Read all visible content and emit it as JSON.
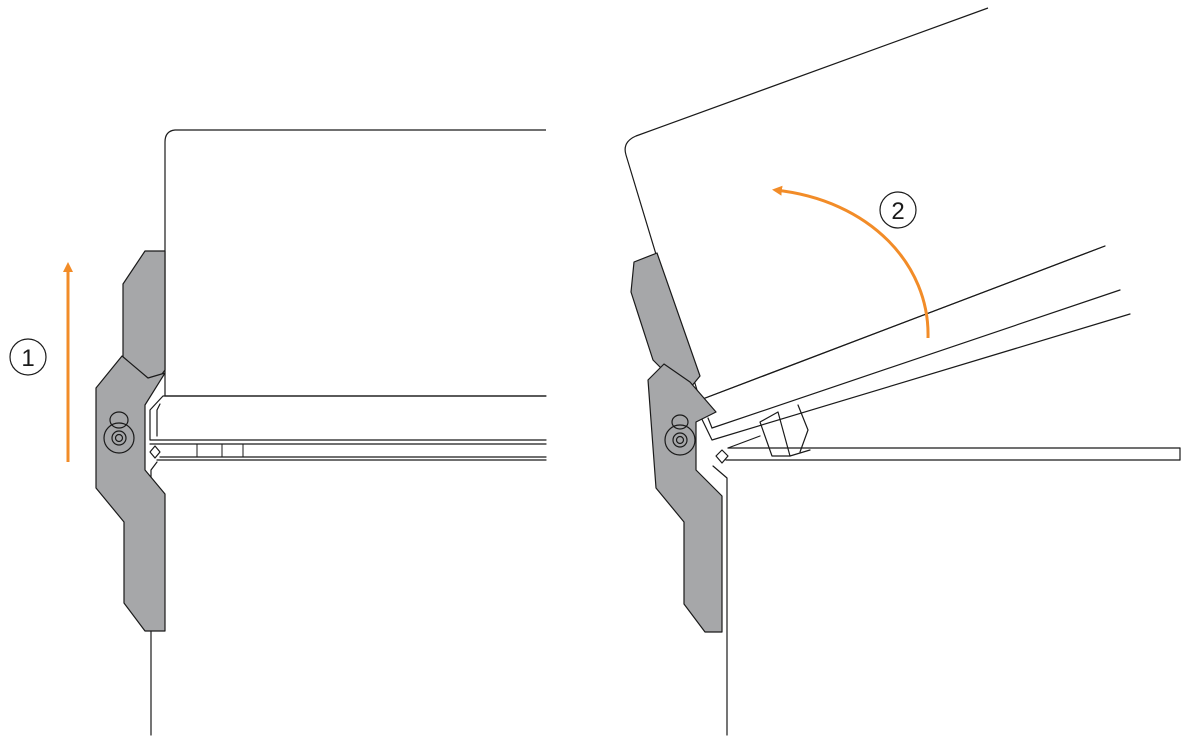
{
  "colors": {
    "arrow": "#f28c28",
    "latch": "#a6a7a9",
    "outline": "#1a1a1a"
  },
  "steps": [
    {
      "number": "1",
      "motion": "lift-up"
    },
    {
      "number": "2",
      "motion": "rotate-open"
    }
  ]
}
